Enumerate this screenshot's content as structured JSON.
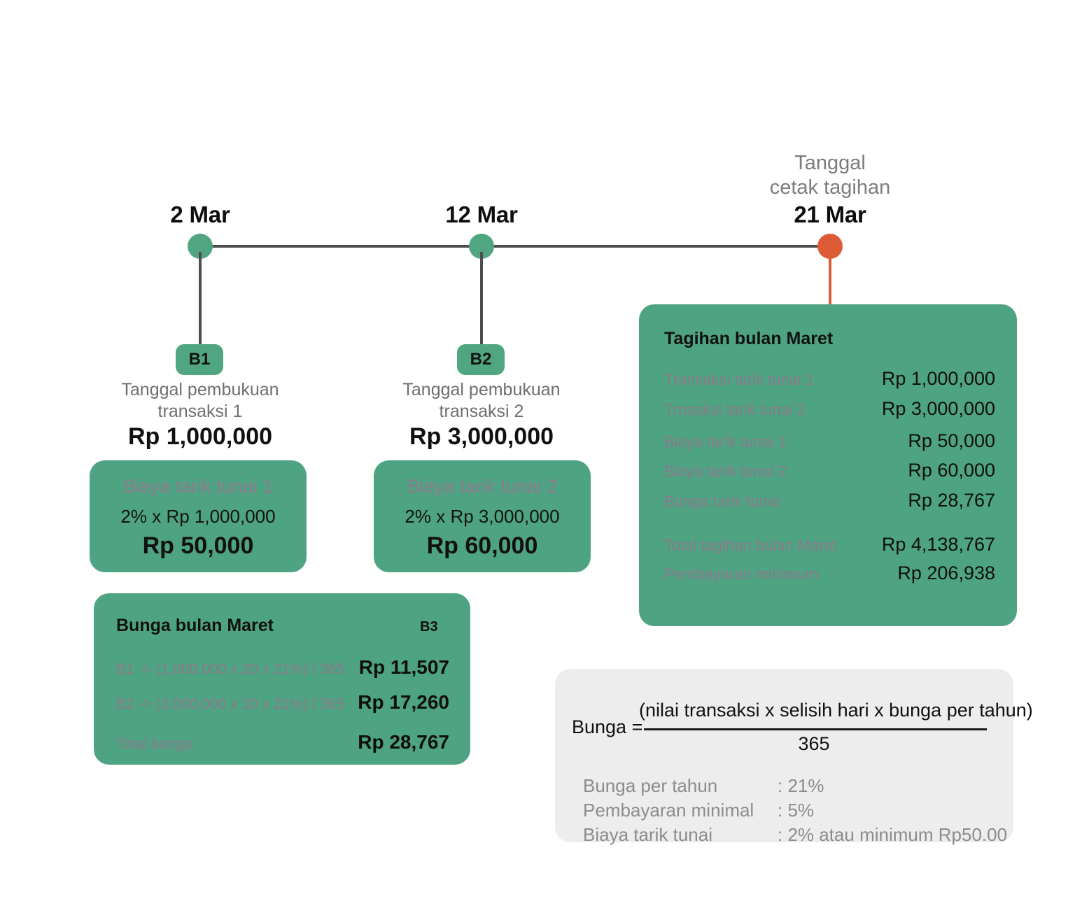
{
  "timeline": {
    "milestones": [
      {
        "date": "2 Mar",
        "note": "",
        "badge": "B1",
        "dot": "green"
      },
      {
        "date": "12 Mar",
        "note": "",
        "badge": "B2",
        "dot": "green"
      },
      {
        "date": "21 Mar",
        "note_line1": "Tanggal",
        "note_line2": "cetak tagihan",
        "badge": "",
        "dot": "orange"
      }
    ]
  },
  "transactions": [
    {
      "note_line1": "Tanggal pembukuan",
      "note_line2": "transaksi 1",
      "amount": "Rp 1,000,000",
      "fee_title": "Biaya tarik tunai 1",
      "fee_calc": "2% x Rp 1,000,000",
      "fee_total": "Rp 50,000"
    },
    {
      "note_line1": "Tanggal pembukuan",
      "note_line2": "transaksi 2",
      "amount": "Rp 3,000,000",
      "fee_title": "Biaya tarik tunai 2",
      "fee_calc": "2% x Rp 3,000,000",
      "fee_total": "Rp 60,000"
    }
  ],
  "bunga_card": {
    "title": "Bunga bulan Maret",
    "tag": "B3",
    "rows": [
      {
        "label": "B1 -> (1,000,000 x 20 x 21%) / 365",
        "value": "Rp 11,507"
      },
      {
        "label": "B2 -> (3,000,000 x 10 x 21%) / 365",
        "value": "Rp 17,260"
      },
      {
        "label": "Total bunga",
        "value": "Rp 28,767"
      }
    ]
  },
  "statement_card": {
    "title": "Tagihan bulan Maret",
    "rows": [
      {
        "label": "Transaksi tarik tunai 1",
        "value": "Rp 1,000,000"
      },
      {
        "label": "Trnsaksi tarik tunai 2",
        "value": "Rp 3,000,000"
      },
      {
        "label": "Biaya tarik tunai 1",
        "value": "Rp 50,000"
      },
      {
        "label": "Biaya tarik tunai 2",
        "value": "Rp 60,000"
      },
      {
        "label": "Bunga tarik tunai",
        "value": "Rp 28,767"
      },
      {
        "label": "Total tagihan bulan Maret",
        "value": "Rp 4,138,767"
      },
      {
        "label": "Pembayaran minimum",
        "value": "Rp 206,938"
      }
    ]
  },
  "formula": {
    "lhs": "Bunga =",
    "numerator": "(nilai transaksi x selisih hari x bunga per tahun)",
    "denominator": "365",
    "params": [
      {
        "label": "Bunga per tahun",
        "value": ": 21%"
      },
      {
        "label": "Pembayaran minimal",
        "value": ": 5%"
      },
      {
        "label": "Biaya tarik tunai",
        "value": ": 2% atau minimum Rp50.00"
      }
    ]
  },
  "colors": {
    "green": "#4ea382",
    "green_dot": "#50a681",
    "orange": "#de5b37",
    "line": "#4d4d4d",
    "muted_on_green": "#8a7a8a",
    "gray_panel": "#ededed",
    "gray_text": "#8c8c8c"
  }
}
